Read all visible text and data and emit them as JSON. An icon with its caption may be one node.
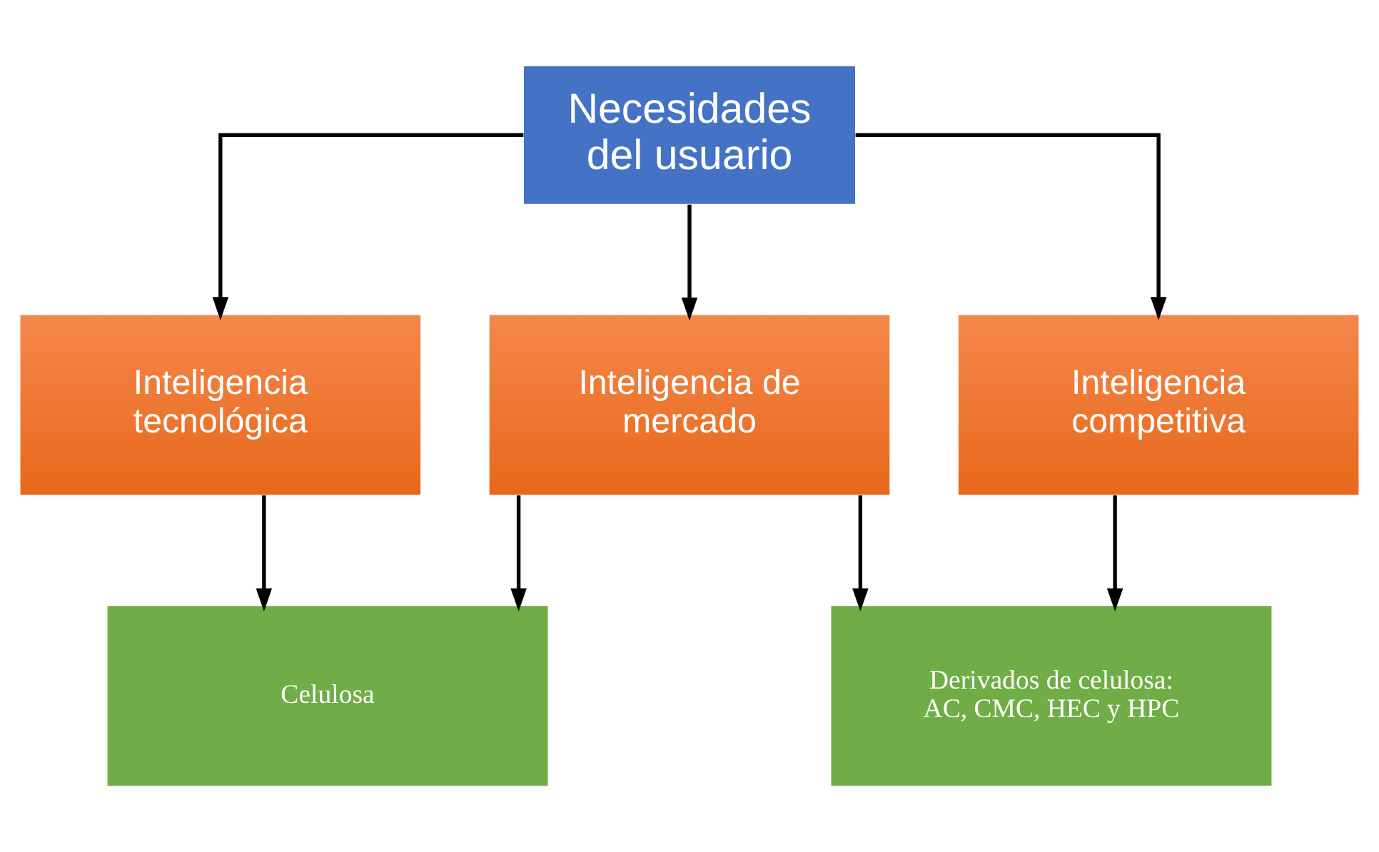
{
  "diagram": {
    "nodes": [
      {
        "text": [
          "Necesidades del usuario"
        ]
      },
      {
        "text": [
          "Inteligencia tecnológica"
        ]
      },
      {
        "text": [
          "Inteligencia de mercado"
        ]
      },
      {
        "text": [
          "Inteligencia competitiva"
        ]
      },
      {
        "text": [
          "Celulosa"
        ]
      },
      {
        "text": [
          "Derivados de celulosa: AC, CMC, HEC y HPC"
        ]
      }
    ],
    "edges": [
      {
        "from": 0,
        "to": 1,
        "arrow": "to"
      },
      {
        "from": 0,
        "to": 2,
        "arrow": "to"
      },
      {
        "from": 0,
        "to": 3,
        "arrow": "to"
      },
      {
        "from": 1,
        "to": 4,
        "arrow": "to"
      },
      {
        "from": 2,
        "to": 4,
        "arrow": "to"
      },
      {
        "from": 2,
        "to": 5,
        "arrow": "to"
      },
      {
        "from": 3,
        "to": 5,
        "arrow": "to"
      }
    ]
  }
}
